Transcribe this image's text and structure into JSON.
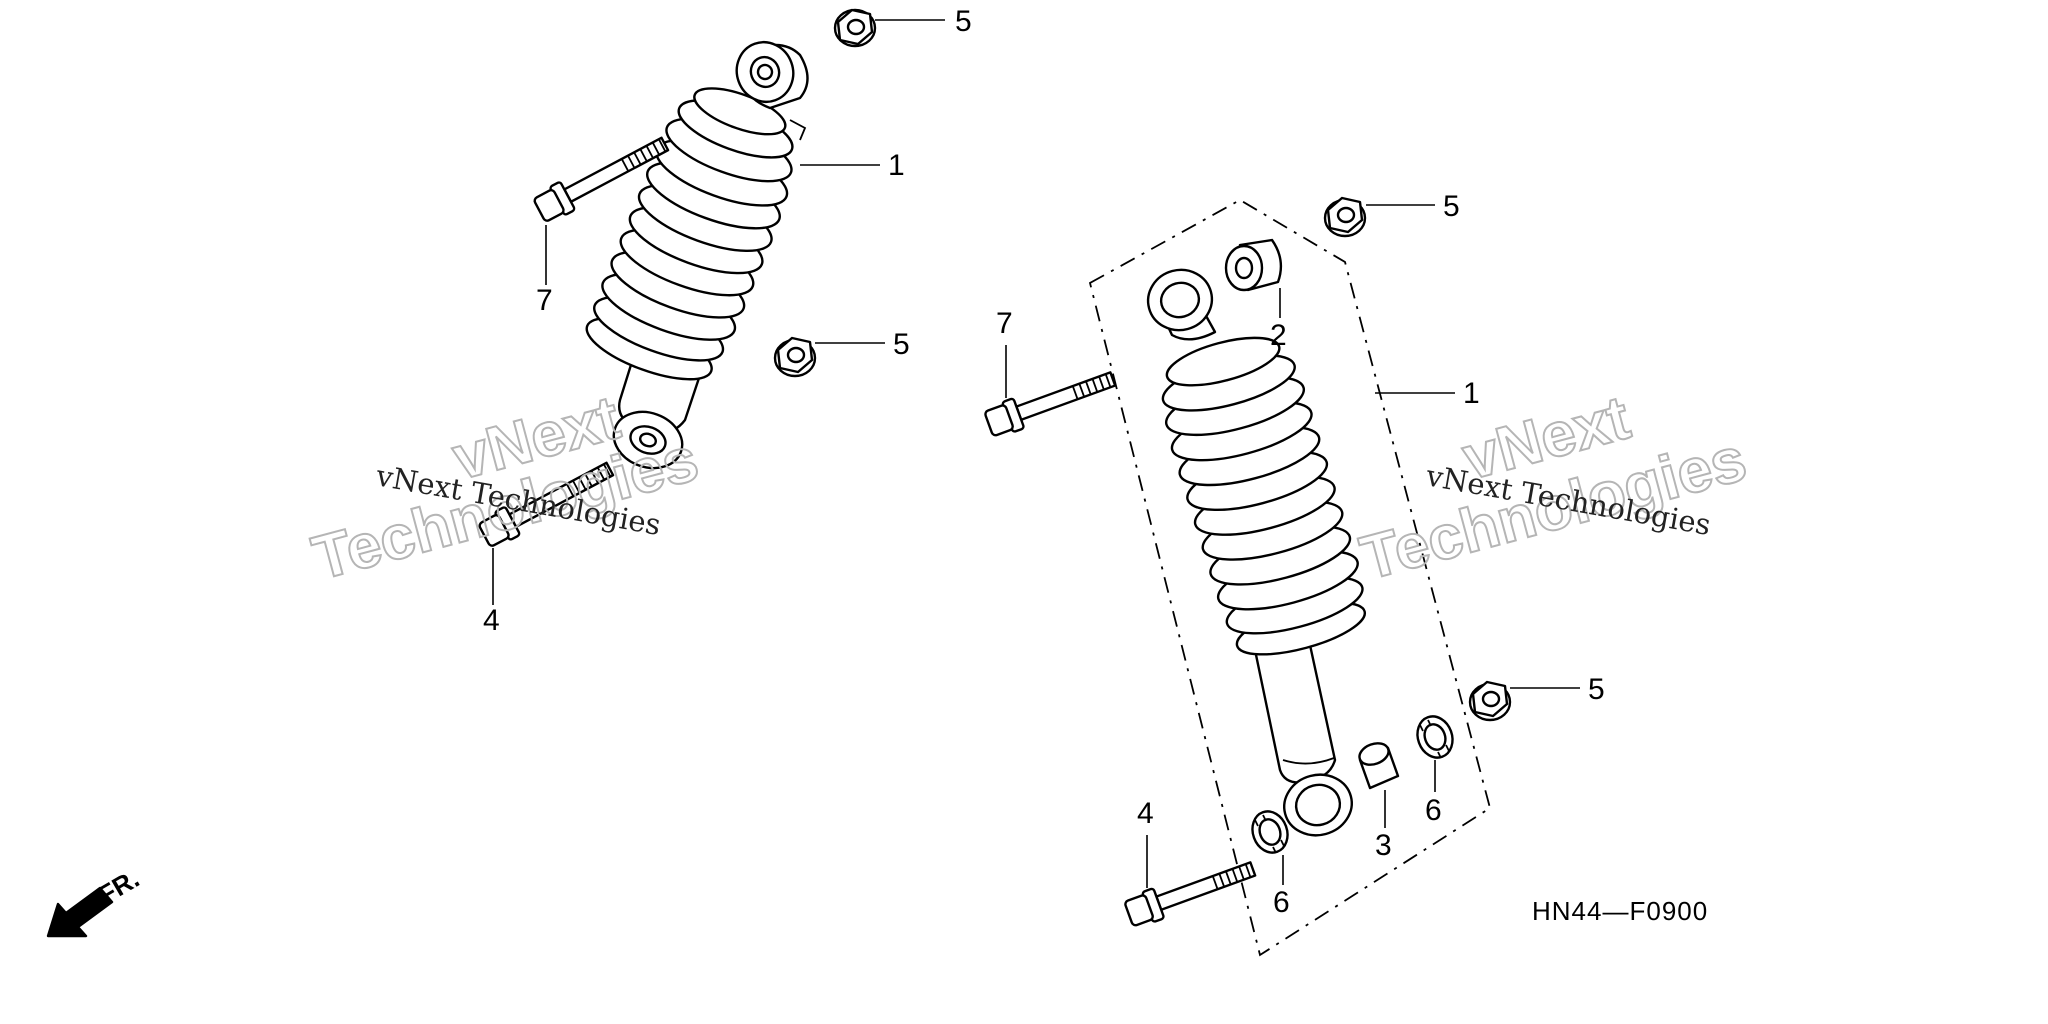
{
  "diagram": {
    "code": "HN44—F0900",
    "direction_label": "FR.",
    "watermark": {
      "small_text": "vNext Technologies",
      "big_line1": "vNext",
      "big_line2": "Technologies"
    },
    "callouts": {
      "left_shock": "1",
      "left_top_nut": "5",
      "left_mid_nut": "5",
      "left_top_bolt": "7",
      "left_bottom_bolt": "4",
      "right_shock": "1",
      "right_top_nut": "5",
      "right_bushing": "2",
      "right_top_bolt": "7",
      "right_bottom_nut": "5",
      "right_collar": "3",
      "right_seal_left": "6",
      "right_seal_right": "6",
      "right_bottom_bolt": "4"
    }
  }
}
